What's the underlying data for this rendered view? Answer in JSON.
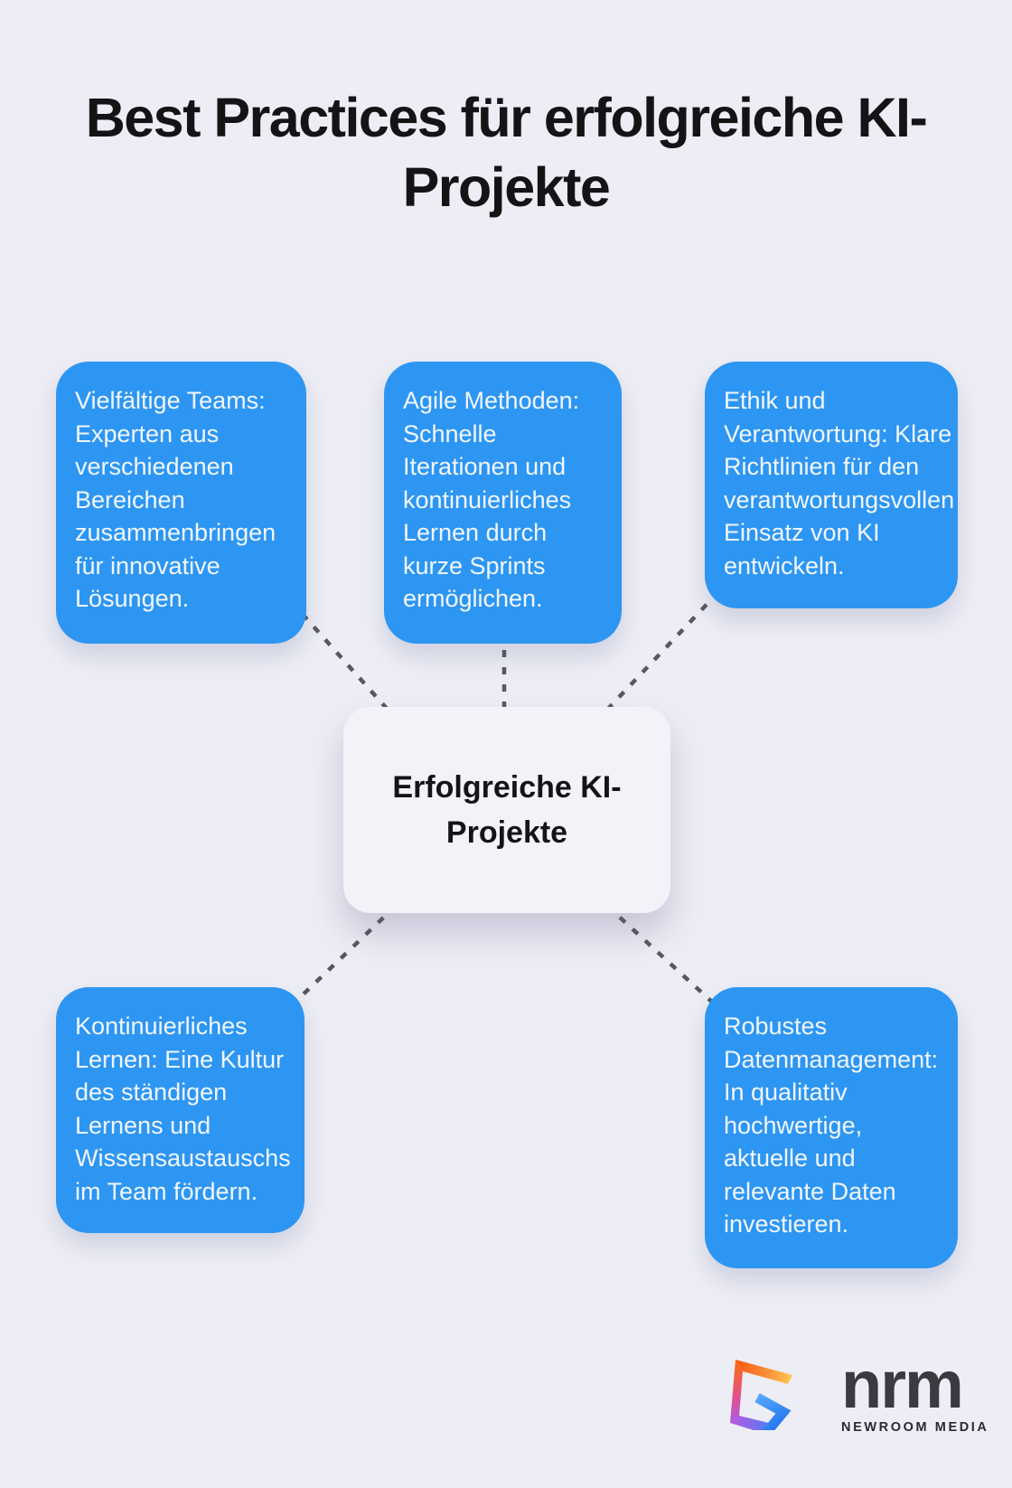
{
  "title": "Best Practices für erfolgreiche KI-Projekte",
  "center_node": {
    "label": "Erfolgreiche KI-Projekte"
  },
  "nodes": [
    {
      "text": "Vielfältige Teams: Experten aus verschiedenen Bereichen zusammenbringen für innovative Lösungen."
    },
    {
      "text": "Agile Methoden: Schnelle Iterationen und kontinuierliches Lernen durch kurze Sprints ermöglichen."
    },
    {
      "text": "Ethik und Verantwortung: Klare Richtlinien für den verantwortungsvollen Einsatz von KI entwickeln."
    },
    {
      "text": "Kontinuierliches Lernen: Eine Kultur des ständigen Lernens und Wissensaustauschs im Team fördern."
    },
    {
      "text": "Robustes Datenmanagement: In qualitativ hochwertige, aktuelle und relevante Daten investieren."
    }
  ],
  "logo": {
    "brand": "nrm",
    "tagline": "NEWROOM MEDIA"
  },
  "colors": {
    "background": "#EDEDF5",
    "node_blue": "#2D96F2",
    "node_text": "#F2F6FB",
    "center_bg": "#F2F2F9",
    "heading_text": "#141417",
    "connector_gray": "#58585C",
    "logo_text_dark": "#3A3A40",
    "logo_gradient": [
      "#F95D12",
      "#FFCC4F",
      "#C45CC4",
      "#8B5CF6",
      "#53A8FB",
      "#1E6FEE"
    ]
  }
}
